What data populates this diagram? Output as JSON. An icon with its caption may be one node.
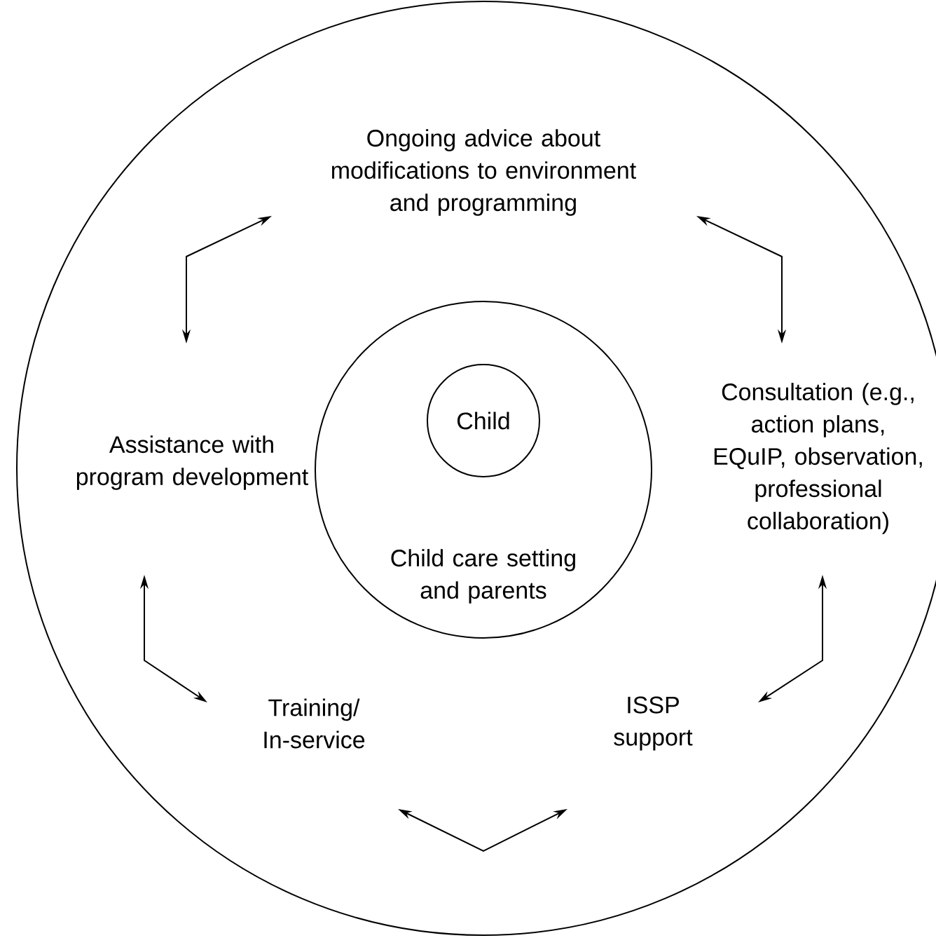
{
  "diagram": {
    "nodes": [
      {
        "text": [],
        "shape": "circle"
      },
      {
        "text": [
          "Ongoing advice about modifications to environment and programming"
        ],
        "in": 0
      },
      {
        "text": [
          "Assistance with program development"
        ],
        "in": 0
      },
      {
        "text": [
          "Child care setting and parents"
        ],
        "in": 0
      },
      {
        "text": [
          "Child"
        ],
        "in": 3
      },
      {
        "text": [
          "Consultation (e.g., action plans, EQuIP, observation, professional collaboration)"
        ],
        "in": 0
      },
      {
        "text": [
          "Training/ In-service"
        ],
        "in": 0
      },
      {
        "text": [
          "ISSP support"
        ],
        "in": 0
      }
    ],
    "edges": [
      {
        "from": 1,
        "to": 5,
        "arrow": "both"
      },
      {
        "from": 5,
        "to": 7,
        "arrow": "both"
      },
      {
        "from": 7,
        "to": 6,
        "arrow": "both"
      },
      {
        "from": 6,
        "to": 2,
        "arrow": "both"
      },
      {
        "from": 2,
        "to": 1,
        "arrow": "both"
      }
    ]
  }
}
